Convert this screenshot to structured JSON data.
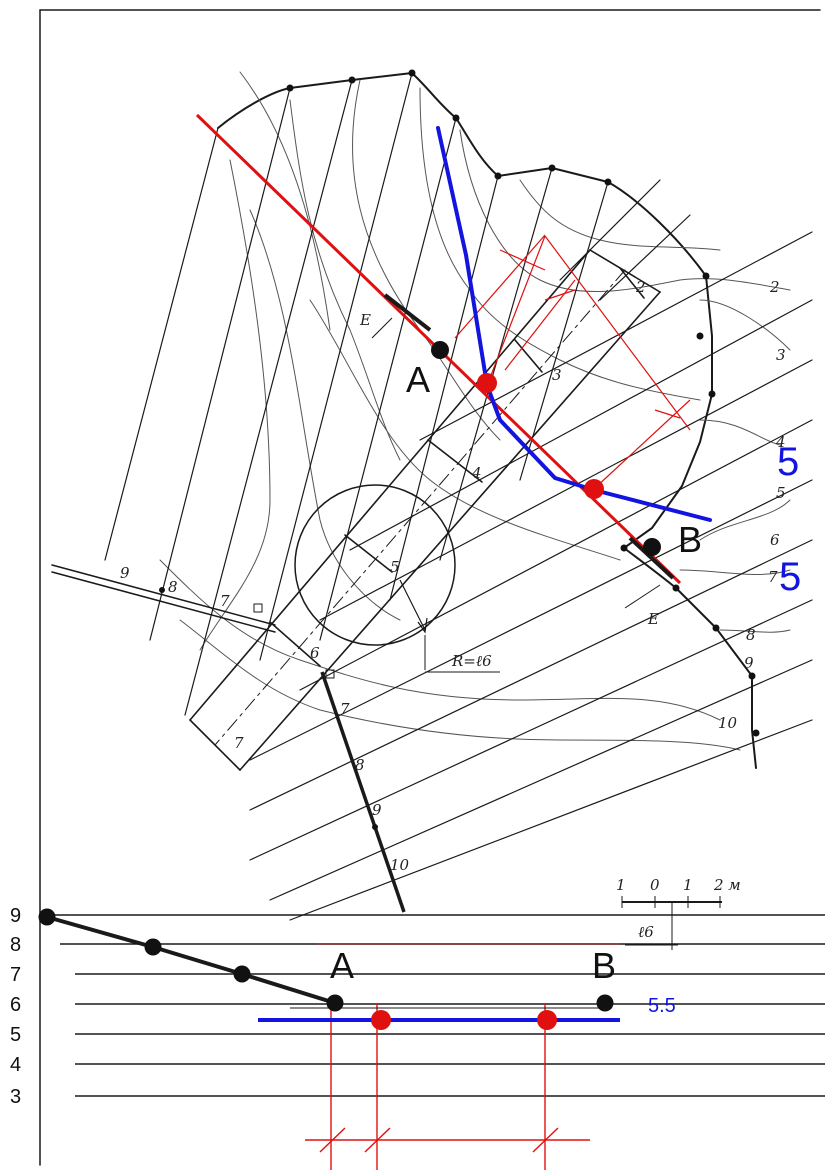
{
  "plan": {
    "point_a": "A",
    "point_b": "B",
    "edge_mark_e_top": "E",
    "edge_mark_e_bottom": "E",
    "radius_label": "R=ℓ6",
    "blue_contour_label_1": "5",
    "blue_contour_label_2": "5",
    "contour_labels": [
      "2",
      "3",
      "4",
      "5",
      "6",
      "7",
      "8",
      "9",
      "10"
    ],
    "road_station_labels": [
      "2",
      "3",
      "4",
      "5",
      "6",
      "7"
    ],
    "branch_station_labels": [
      "7",
      "8",
      "9",
      "10"
    ],
    "left_branch_labels": [
      "9",
      "8",
      "7"
    ],
    "scale_ticks": [
      "1",
      "0",
      "1",
      "2 м"
    ],
    "scale_length_label": "ℓ6"
  },
  "profile": {
    "y_axis_labels": [
      "9",
      "8",
      "7",
      "6",
      "5",
      "4",
      "3"
    ],
    "point_a": "A",
    "point_b": "B",
    "blue_level": "5.5"
  },
  "colors": {
    "red": "#e01010",
    "blue": "#1414e0",
    "pencil": "#1a1a1a"
  }
}
